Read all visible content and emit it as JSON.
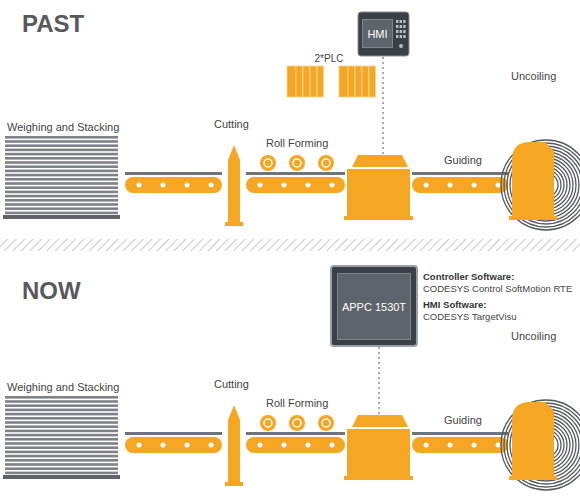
{
  "diagram": {
    "nodes": [
      {
        "text": [
          "HMI"
        ]
      },
      {
        "text": [
          "APPC 1530T"
        ]
      }
    ],
    "labels": [
      "PAST",
      "2*PLC",
      "Uncoiling",
      "Weighing and Stacking",
      "Cutting",
      "Roll Forming",
      "Guiding",
      "NOW",
      "Controller Software:",
      "CODESYS Control SoftMotion RTE",
      "HMI Software:",
      "CODESYS TargetVisu",
      "Uncoiling",
      "Weighing and Stacking",
      "Cutting",
      "Roll Forming",
      "Guiding"
    ]
  }
}
